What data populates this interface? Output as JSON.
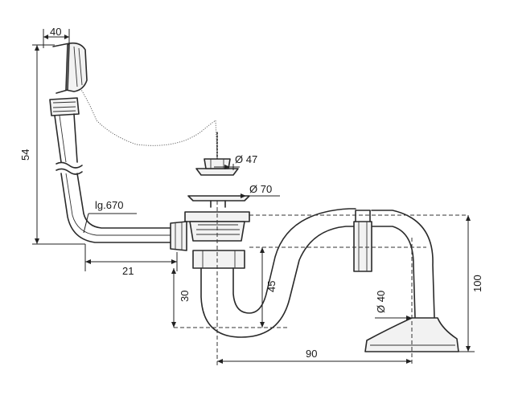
{
  "dimensions": {
    "overflow_width": "40",
    "overflow_height": "54",
    "chain_length": "lg.670",
    "offset_21": "21",
    "drop_30": "30",
    "water_seal_45": "45",
    "stopper_diameter": "Ø 47",
    "strainer_diameter": "Ø 70",
    "outlet_diameter": "Ø 40",
    "total_height": "100",
    "horizontal_90": "90"
  }
}
